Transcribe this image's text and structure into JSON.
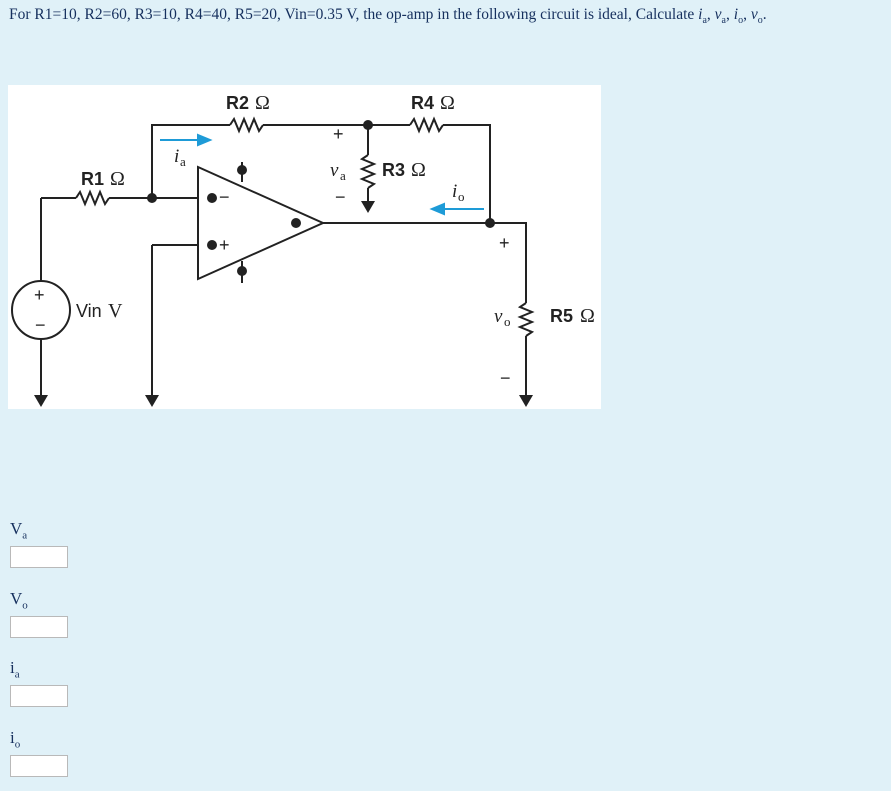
{
  "question": {
    "text": "For R1=10, R2=60, R3=10, R4=40, R5=20, Vin=0.35 V, the op-amp in the following circuit is ideal, Calculate ",
    "var1": "i",
    "var1_sub": "a",
    "var2": "v",
    "var2_sub": "a",
    "var3": "i",
    "var3_sub": "o",
    "var4": "v",
    "var4_sub": "o",
    "sep": ", ",
    "end": "."
  },
  "circuit": {
    "r1_label": "R1",
    "r2_label": "R2",
    "r3_label": "R3",
    "r4_label": "R4",
    "r5_label": "R5",
    "omega": "Ω",
    "vin_label": "Vin",
    "vin_unit": "V",
    "ia_var": "i",
    "ia_sub": "a",
    "io_var": "i",
    "io_sub": "o",
    "va_var": "v",
    "va_sub": "a",
    "vo_var": "v",
    "vo_sub": "o",
    "plus": "+",
    "minus": "−"
  },
  "fields": [
    {
      "label": "V",
      "sub": "a",
      "value": ""
    },
    {
      "label": "V",
      "sub": "o",
      "value": ""
    },
    {
      "label": "i",
      "sub": "a",
      "value": ""
    },
    {
      "label": "i",
      "sub": "o",
      "value": ""
    }
  ],
  "colors": {
    "wire": "#222222",
    "arrow": "#1e9bd7",
    "background": "#e0f1f8"
  }
}
